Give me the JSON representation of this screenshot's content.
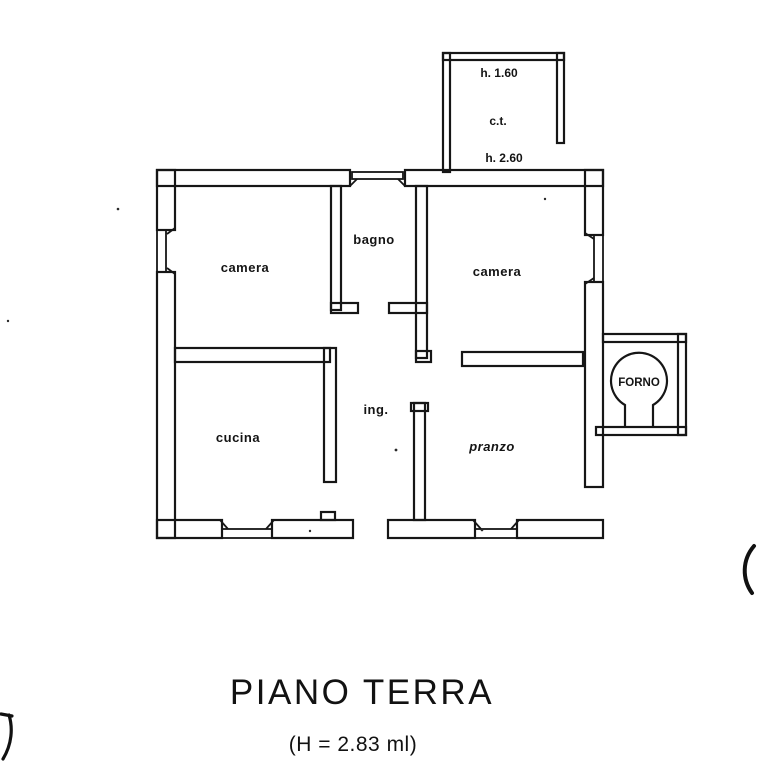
{
  "document": {
    "paper_color": "#ffffff",
    "ink_color": "#161616"
  },
  "floor_plan": {
    "annex": {
      "height_top": "h. 1.60",
      "name": "c.t.",
      "height_bottom": "h. 2.60"
    },
    "rooms": {
      "camera_left": "camera",
      "bagno": "bagno",
      "camera_right": "camera",
      "cucina": "cucina",
      "ingresso": "ing.",
      "pranzo": "pranzo",
      "forno": "FORNO"
    }
  },
  "caption": {
    "title": "PIANO TERRA",
    "height_note": "(H = 2.83 ml)"
  }
}
